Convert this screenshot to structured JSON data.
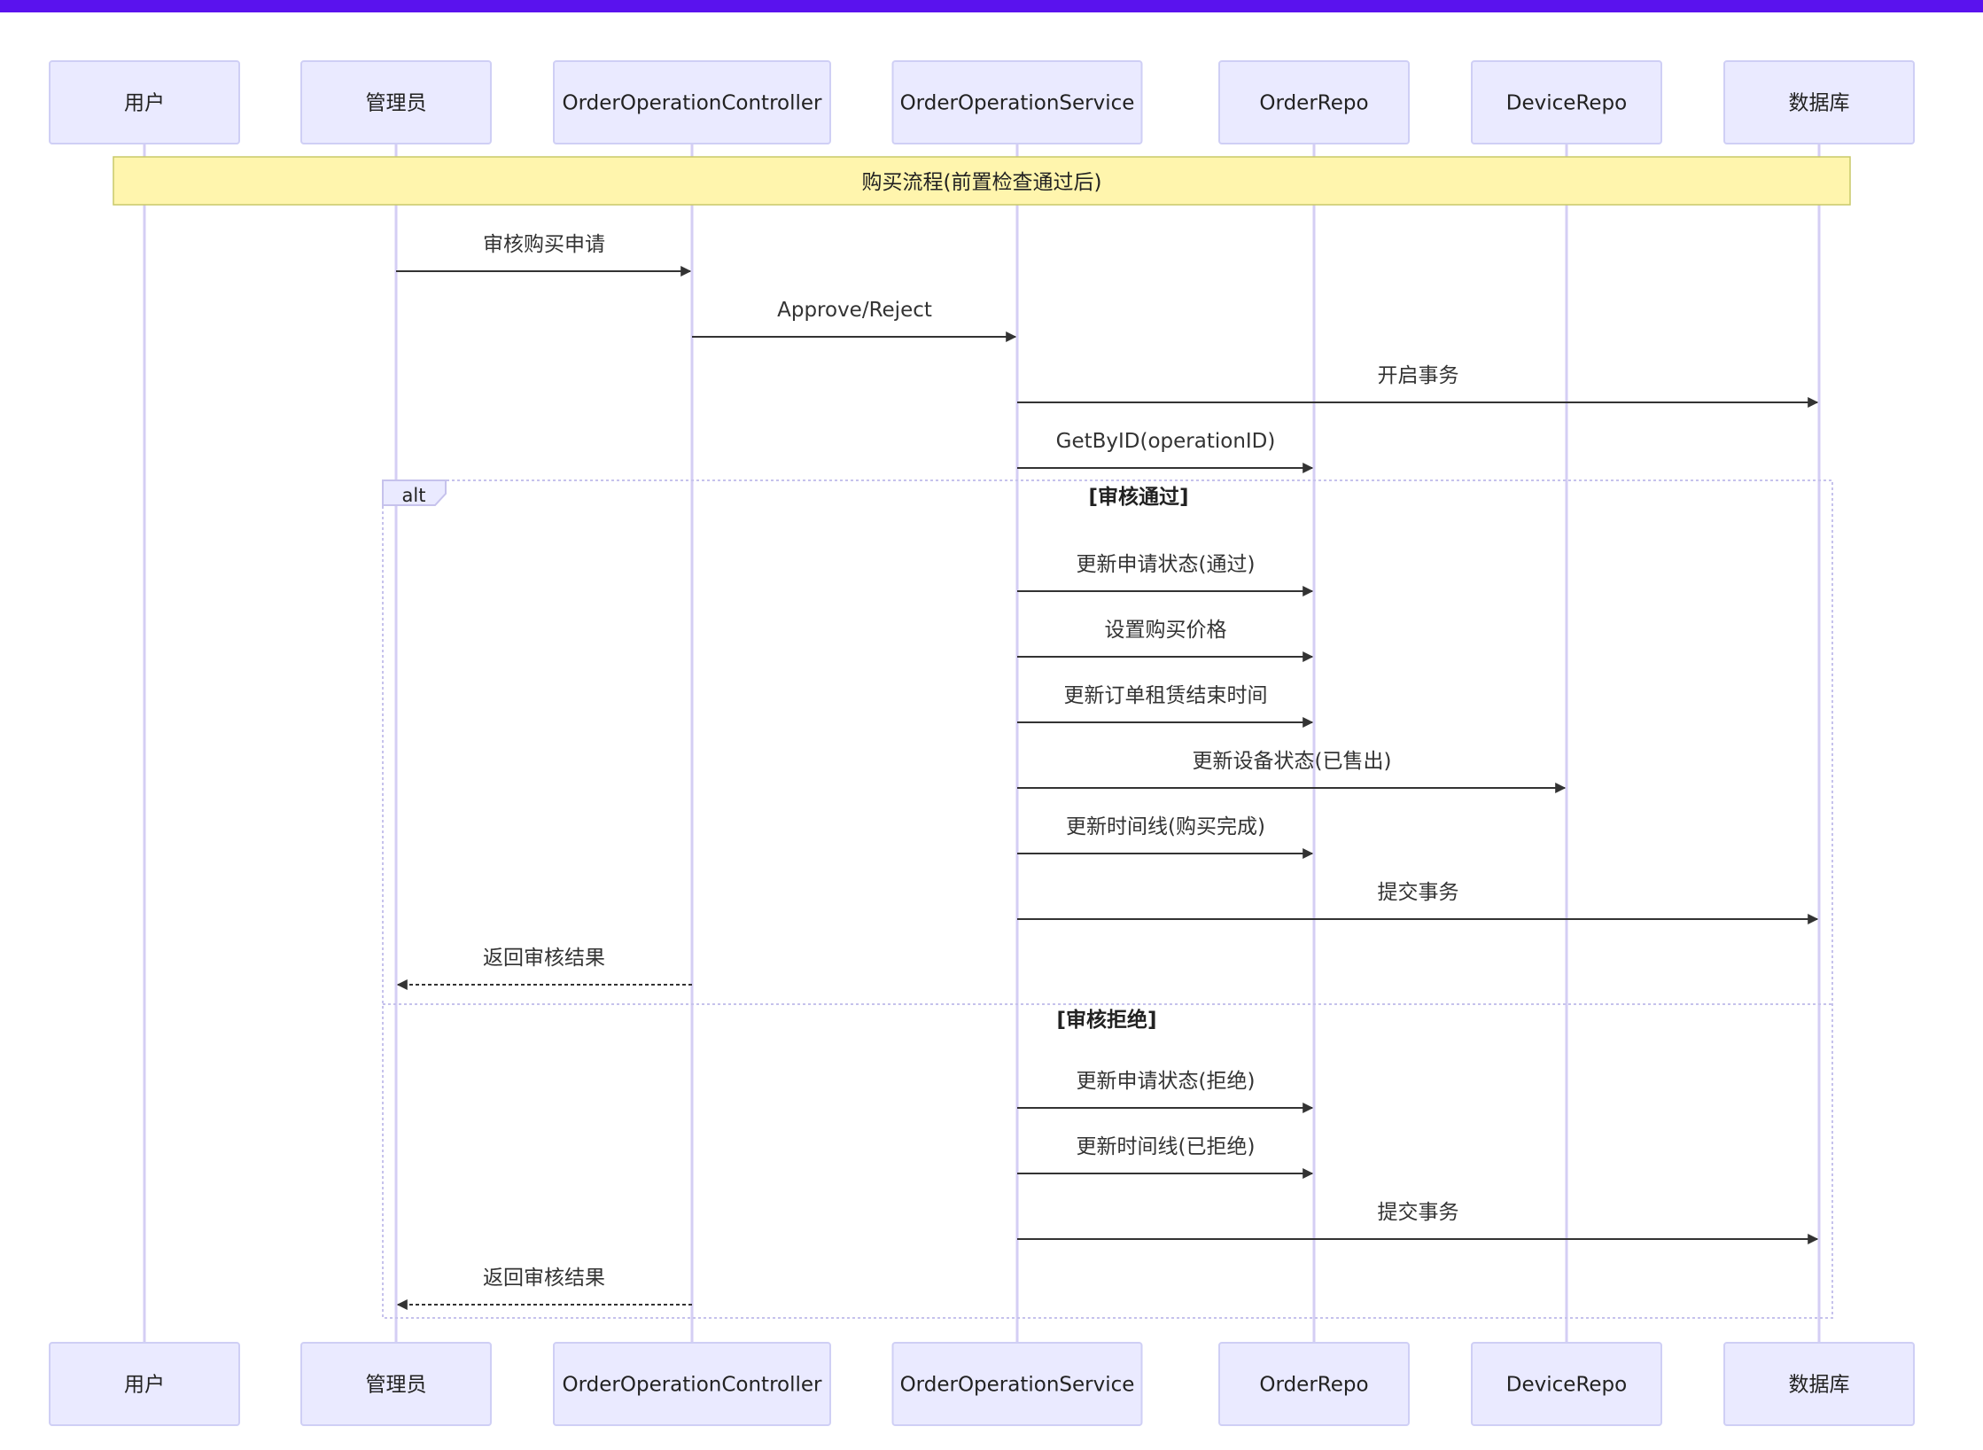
{
  "participants": [
    "用户",
    "管理员",
    "OrderOperationController",
    "OrderOperationService",
    "OrderRepo",
    "DeviceRepo",
    "数据库"
  ],
  "note": {
    "text": "购买流程(前置检查通过后)",
    "from": 0,
    "to": 6
  },
  "messages": [
    {
      "from": 1,
      "to": 2,
      "text": "审核购买申请",
      "dashed": false
    },
    {
      "from": 2,
      "to": 3,
      "text": "Approve/Reject",
      "dashed": false
    },
    {
      "from": 3,
      "to": 6,
      "text": "开启事务",
      "dashed": false
    },
    {
      "from": 3,
      "to": 4,
      "text": "GetByID(operationID)",
      "dashed": false
    },
    {
      "from": 3,
      "to": 4,
      "text": "更新申请状态(通过)",
      "dashed": false
    },
    {
      "from": 3,
      "to": 4,
      "text": "设置购买价格",
      "dashed": false
    },
    {
      "from": 3,
      "to": 4,
      "text": "更新订单租赁结束时间",
      "dashed": false
    },
    {
      "from": 3,
      "to": 5,
      "text": "更新设备状态(已售出)",
      "dashed": false
    },
    {
      "from": 3,
      "to": 4,
      "text": "更新时间线(购买完成)",
      "dashed": false
    },
    {
      "from": 3,
      "to": 6,
      "text": "提交事务",
      "dashed": false
    },
    {
      "from": 2,
      "to": 1,
      "text": "返回审核结果",
      "dashed": true
    },
    {
      "from": 3,
      "to": 4,
      "text": "更新申请状态(拒绝)",
      "dashed": false
    },
    {
      "from": 3,
      "to": 4,
      "text": "更新时间线(已拒绝)",
      "dashed": false
    },
    {
      "from": 3,
      "to": 6,
      "text": "提交事务",
      "dashed": false
    },
    {
      "from": 2,
      "to": 1,
      "text": "返回审核结果",
      "dashed": true
    }
  ],
  "alt_block": {
    "label": "alt",
    "branches": [
      "[审核通过]",
      "[审核拒绝]"
    ]
  },
  "colors": {
    "actor_fill": "#eaeaff",
    "actor_stroke": "#cfcff5",
    "lifeline": "#d4cef4",
    "note_fill": "#fff5ad",
    "note_stroke": "#c9c969",
    "arrow": "#333333",
    "text": "#333333",
    "alt_stroke": "#c6c2ec",
    "top_bar": "#5a12ee"
  }
}
